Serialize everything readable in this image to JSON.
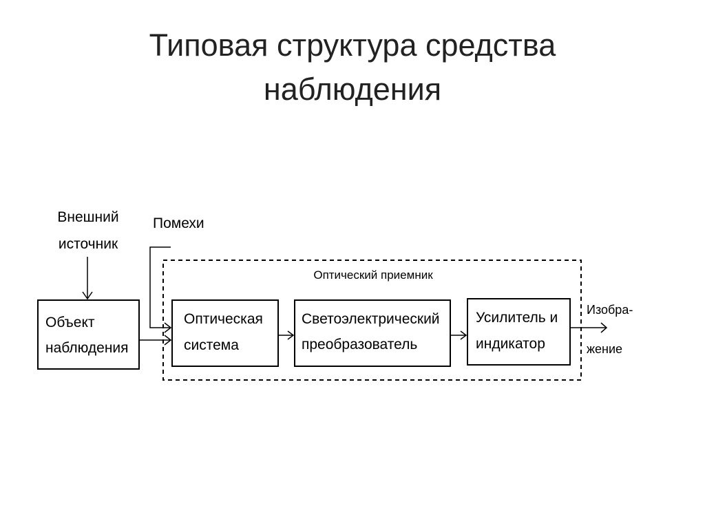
{
  "title": {
    "line1": "Типовая структура средства",
    "line2": "наблюдения"
  },
  "diagram": {
    "external_source": {
      "line1": "Внешний",
      "line2": "источник"
    },
    "interference": "Помехи",
    "receiver_label": "Оптический приемник",
    "object": {
      "line1": "Объект",
      "line2": "наблюдения"
    },
    "optical_system": {
      "line1": "Оптическая",
      "line2": "система"
    },
    "converter": {
      "line1": "Светоэлектрический",
      "line2": "преобразователь"
    },
    "amplifier": {
      "line1": "Усилитель и",
      "line2": "индикатор"
    },
    "output": {
      "line1": "Изобра-",
      "line2": "жение"
    }
  }
}
